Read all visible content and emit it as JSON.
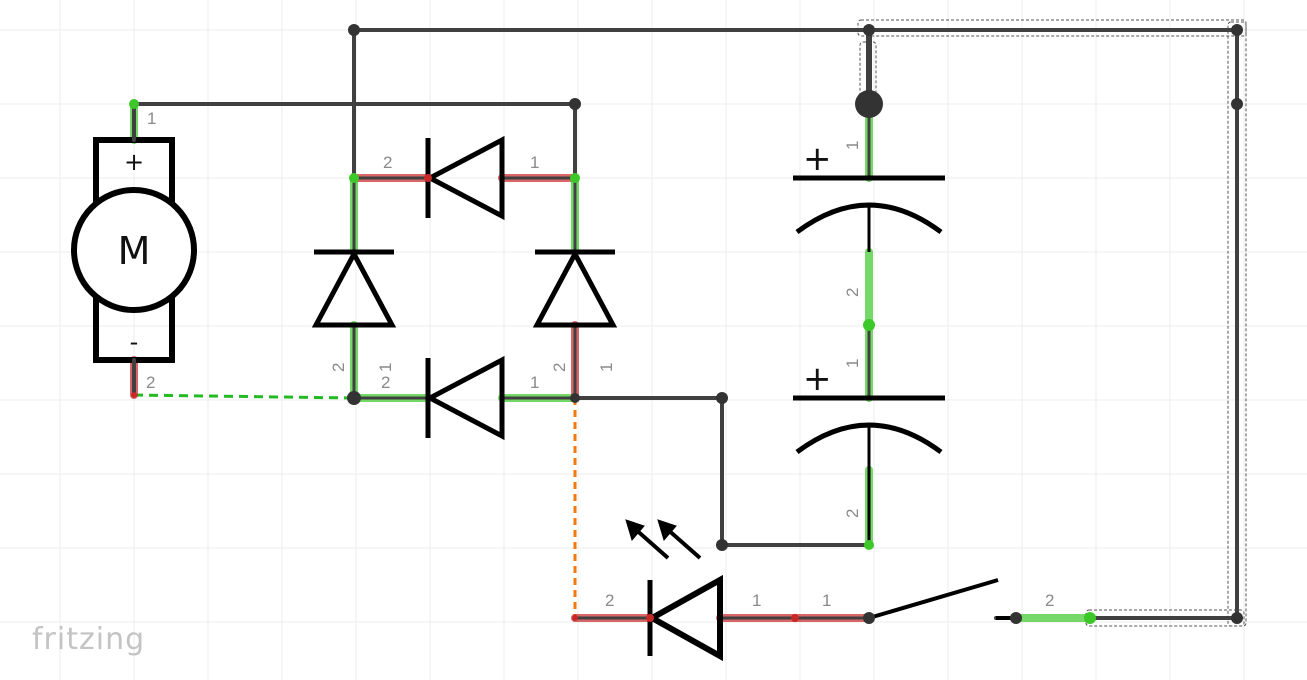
{
  "app": {
    "logo": "fritzing"
  },
  "motor": {
    "letter": "M",
    "plus": "+",
    "minus": "-",
    "pin1": "1",
    "pin2": "2"
  },
  "bridge": {
    "top_pin_left": "2",
    "top_pin_right": "1",
    "left_pin_top": "2",
    "left_pin_bottom": "1",
    "bottom_pin_left": "2",
    "bottom_pin_right": "1",
    "right_pin_top": "2",
    "right_pin_bottom": "1"
  },
  "cap1": {
    "plus": "+",
    "pin1": "1",
    "pin2": "2"
  },
  "cap2": {
    "plus": "+",
    "pin1": "1",
    "pin2": "2"
  },
  "led": {
    "pin2": "2",
    "pin1": "1"
  },
  "switch": {
    "pin1": "1",
    "pin2": "2"
  },
  "colors": {
    "wire": "#404040",
    "connected": "#3cc828",
    "unconnected": "#c82828",
    "ratsnest_green": "#22bb22",
    "ratsnest_orange": "#f07a10"
  }
}
